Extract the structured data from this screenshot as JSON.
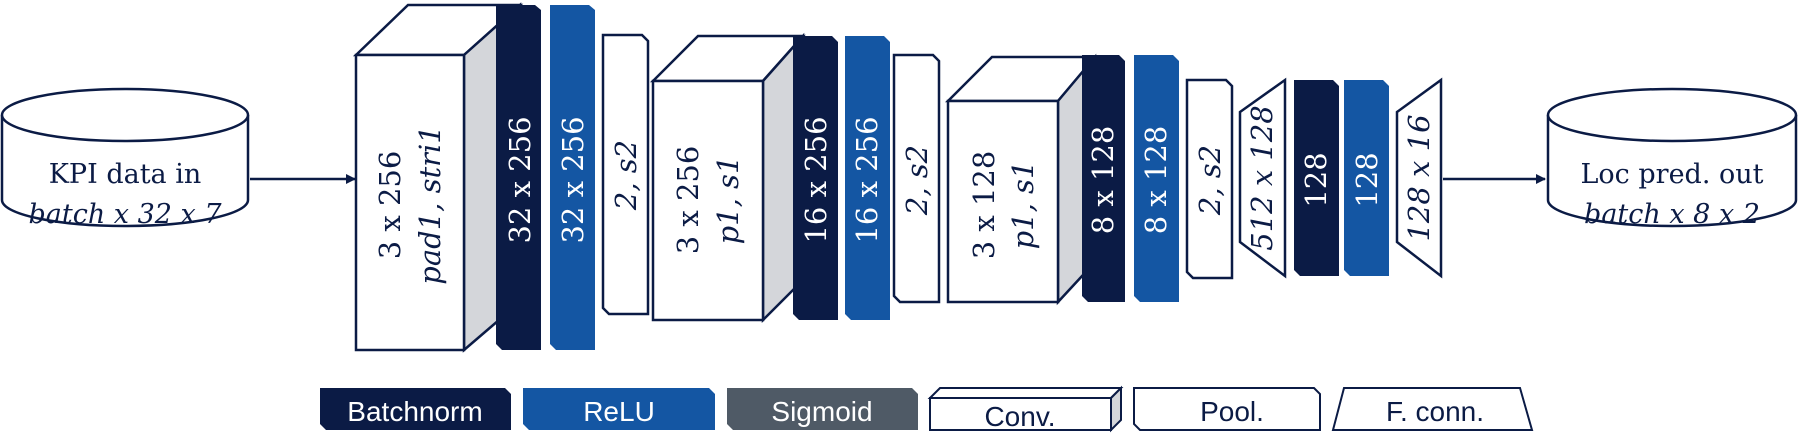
{
  "colors": {
    "navy": "#0b1b45",
    "blue": "#1456a3",
    "gray": "#4f5a66",
    "outline": "#0b1b45",
    "side": "#d4d6da",
    "white": "#ffffff"
  },
  "input": {
    "line1": "KPI data in",
    "line2": "batch x 32 x 7"
  },
  "output": {
    "line1": "Loc pred. out",
    "line2": "batch x 8 x 2"
  },
  "blocks": {
    "conv1": {
      "line1": "3 x 256",
      "line2": "pad1, stri1"
    },
    "bn1": "32 x 256",
    "relu1": "32 x 256",
    "pool1": "2, s2",
    "conv2": {
      "line1": "3 x 256",
      "line2": "p1, s1"
    },
    "bn2": "16 x 256",
    "relu2": "16 x 256",
    "pool2": "2, s2",
    "conv3": {
      "line1": "3 x 128",
      "line2": "p1, s1"
    },
    "bn3": "8 x 128",
    "relu3": "8 x 128",
    "pool3": "2, s2",
    "fc1": "512 x 128",
    "bn4": "128",
    "relu4": "128",
    "fc2": "128 x 16"
  },
  "legend": {
    "batchnorm": "Batchnorm",
    "relu": "ReLU",
    "sigmoid": "Sigmoid",
    "conv": "Conv.",
    "pool": "Pool.",
    "fconn": "F. conn."
  }
}
